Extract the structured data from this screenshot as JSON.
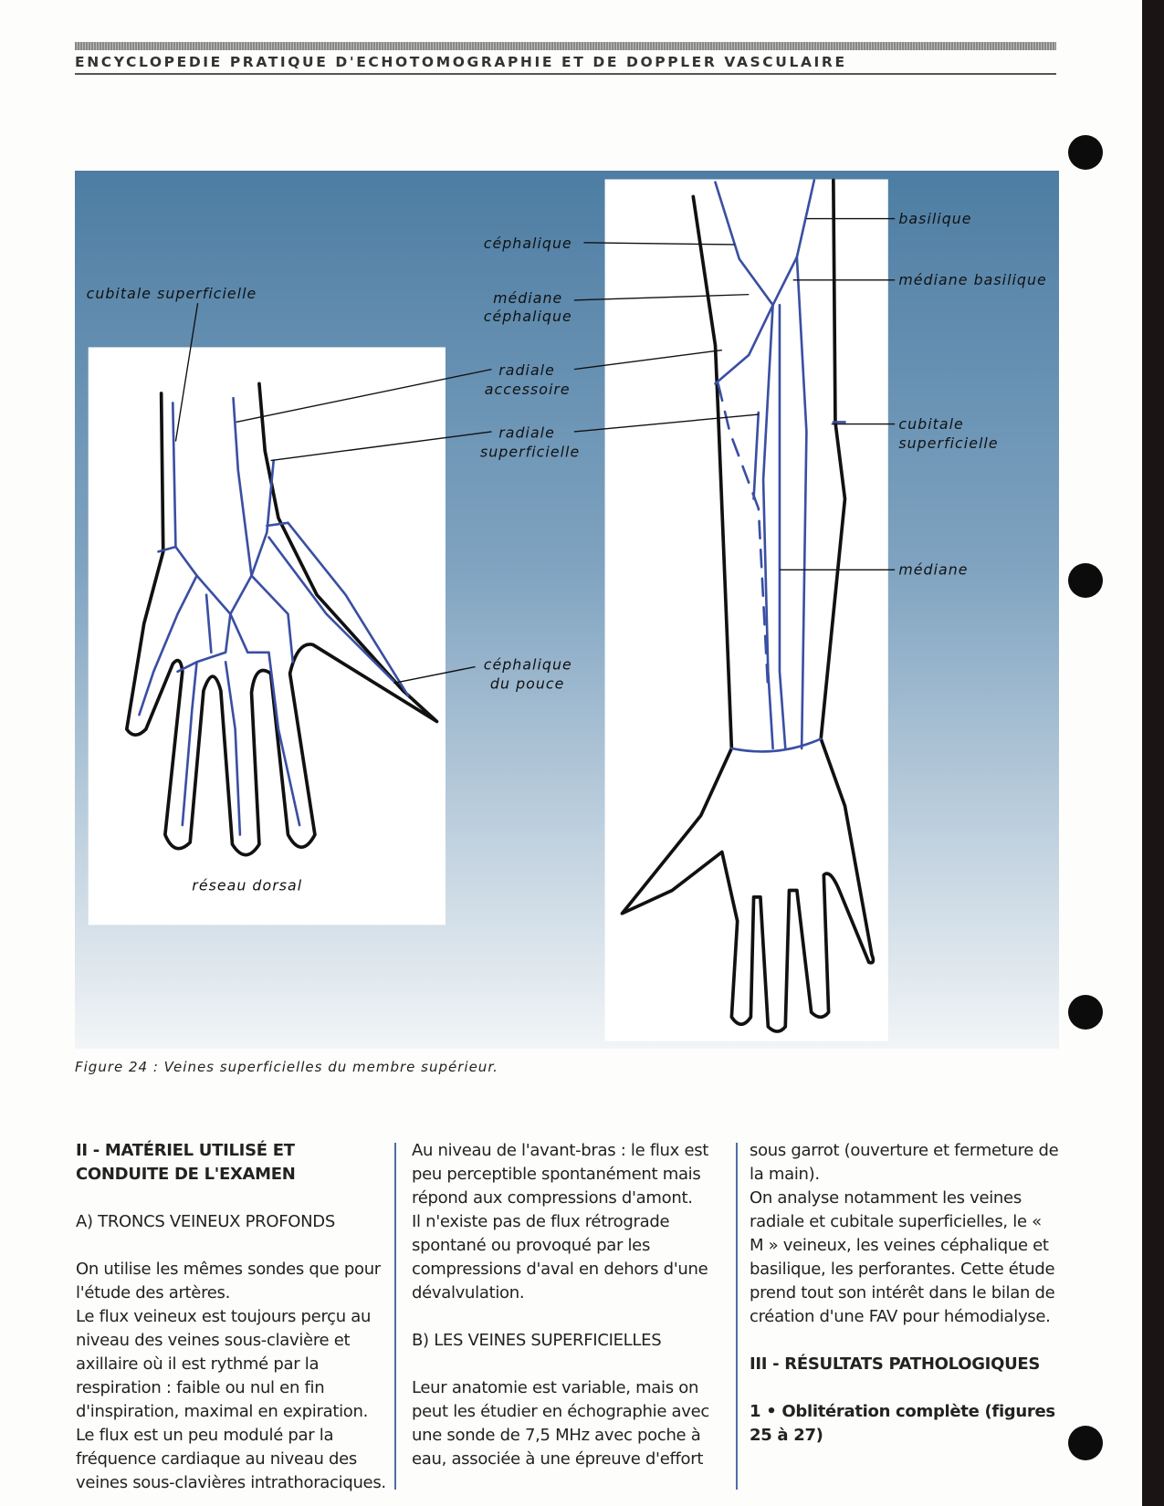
{
  "header": {
    "title": "ENCYCLOPEDIE PRATIQUE D'ECHOTOMOGRAPHIE ET DE DOPPLER VASCULAIRE"
  },
  "figure": {
    "caption": "Figure 24 : Veines superficielles du membre supérieur.",
    "labels": {
      "cubitale_superficielle_left": "cubitale superficielle",
      "cephalique": "céphalique",
      "mediane_cephalique_1": "médiane",
      "mediane_cephalique_2": "céphalique",
      "radiale_accessoire_1": "radiale",
      "radiale_accessoire_2": "accessoire",
      "radiale_superficielle_1": "radiale",
      "radiale_superficielle_2": "superficielle",
      "cephalique_pouce_1": "céphalique",
      "cephalique_pouce_2": "du pouce",
      "reseau_dorsal": "réseau dorsal",
      "basilique": "basilique",
      "mediane_basilique": "médiane basilique",
      "cubitale_superficielle_right_1": "cubitale",
      "cubitale_superficielle_right_2": "superficielle",
      "mediane": "médiane"
    },
    "colors": {
      "vein": "#3a4fa3",
      "outline": "#111111",
      "background_top": "#4d7da3"
    }
  },
  "columns": [
    {
      "heading": "II - MATÉRIEL UTILISÉ ET CONDUITE DE L'EXAMEN",
      "subheading": "A) TRONCS VEINEUX PROFONDS",
      "paragraphs": [
        "On utilise les mêmes sondes que pour l'étude des artères.",
        "Le flux veineux est toujours perçu au niveau des veines sous-clavière et axillaire où il est rythmé par la respiration : faible ou nul en fin d'inspiration, maximal en expiration.",
        "Le flux est un peu modulé par la fréquence cardiaque au niveau des veines sous-clavières intrathoraciques."
      ]
    },
    {
      "paragraphs_top": [
        "Au niveau de l'avant-bras : le flux est peu perceptible spontanément mais répond aux compressions d'amont.",
        "Il n'existe pas de flux rétrograde spontané ou provoqué par les compressions d'aval en dehors d'une dévalvulation."
      ],
      "subheading": "B) LES VEINES SUPERFICIELLES",
      "paragraph_bottom": "Leur anatomie est variable, mais on peut les étudier en échographie avec une sonde de 7,5 MHz avec poche à eau, associée à une épreuve d'effort"
    },
    {
      "paragraphs": [
        "sous garrot (ouverture et fermeture de la main).",
        "On analyse notamment les veines radiale et cubitale superficielles, le « M » veineux, les veines céphalique et basilique, les perforantes. Cette étude prend tout son intérêt dans le bilan de création d'une FAV pour hémodialyse."
      ],
      "heading": "III - RÉSULTATS PATHOLOGIQUES",
      "subheading_bold": "1 • Oblitération complète (figures 25 à 27)"
    }
  ]
}
